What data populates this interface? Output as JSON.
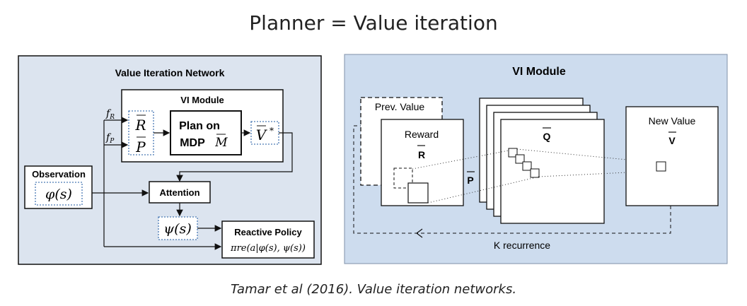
{
  "title": "Planner = Value iteration",
  "caption": "Tamar et al (2016). Value iteration networks.",
  "left_panel": {
    "heading": "Value Iteration Network",
    "vi_module_label": "VI Module",
    "fR": "f",
    "fR_sub": "R",
    "fP": "f",
    "fP_sub": "P",
    "R_bar": "R",
    "P_bar": "P",
    "plan_line1": "Plan on",
    "plan_line2": "MDP",
    "M_bar": "M",
    "V_star": "V",
    "V_star_sup": "*",
    "observation_label": "Observation",
    "phi_s": "φ(s)",
    "attention_label": "Attention",
    "psi_s": "ψ(s)",
    "reactive_label": "Reactive Policy",
    "policy_formula": "πre(a|φ(s), ψ(s))"
  },
  "right_panel": {
    "heading": "VI Module",
    "prev_value": "Prev. Value",
    "reward": "Reward",
    "reward_symbol": "R",
    "q_symbol": "Q",
    "p_symbol": "P",
    "new_value": "New Value",
    "v_symbol": "V",
    "recurrence": "K recurrence"
  },
  "colors": {
    "left_bg": "#dce4ef",
    "right_bg": "#cddcee",
    "dotted_blue": "#4a7ab5"
  }
}
